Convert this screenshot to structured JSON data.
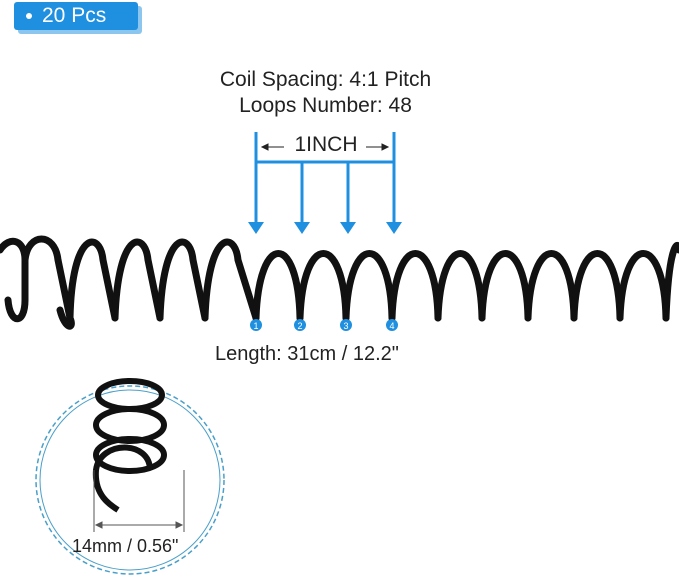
{
  "badge": {
    "label": "20 Pcs",
    "icon": "bullet-dot-icon",
    "color": "#1f8fe0"
  },
  "specs": {
    "coil_spacing": "Coil Spacing: 4:1 Pitch",
    "loops_number": "Loops Number: 48",
    "pitch_label": "1INCH",
    "markers": [
      "1",
      "2",
      "3",
      "4"
    ],
    "length": "Length: 31cm / 12.2\"",
    "diameter": "14mm / 0.56\""
  },
  "colors": {
    "accent": "#1f8fe0",
    "coil": "#111111",
    "circle": "#4a9fc9"
  }
}
